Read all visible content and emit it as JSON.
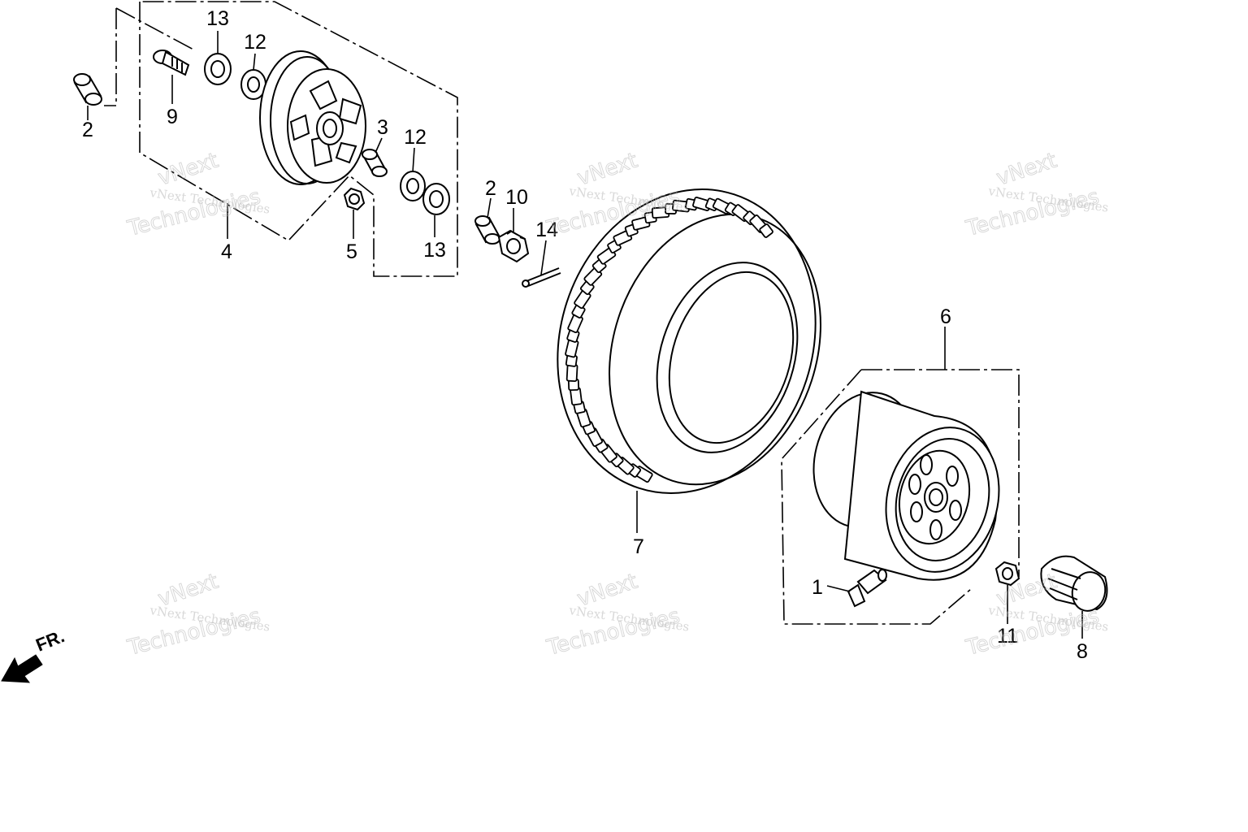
{
  "callouts": {
    "c1": "1",
    "c2a": "2",
    "c2b": "2",
    "c3": "3",
    "c4": "4",
    "c5": "5",
    "c6": "6",
    "c7": "7",
    "c8": "8",
    "c9": "9",
    "c10": "10",
    "c11": "11",
    "c12a": "12",
    "c12b": "12",
    "c13a": "13",
    "c13b": "13",
    "c14": "14"
  },
  "direction_label": "FR.",
  "watermark": {
    "line1": "vNext Technologies",
    "brand_top": "vNext",
    "brand_bottom": "Technologies"
  }
}
